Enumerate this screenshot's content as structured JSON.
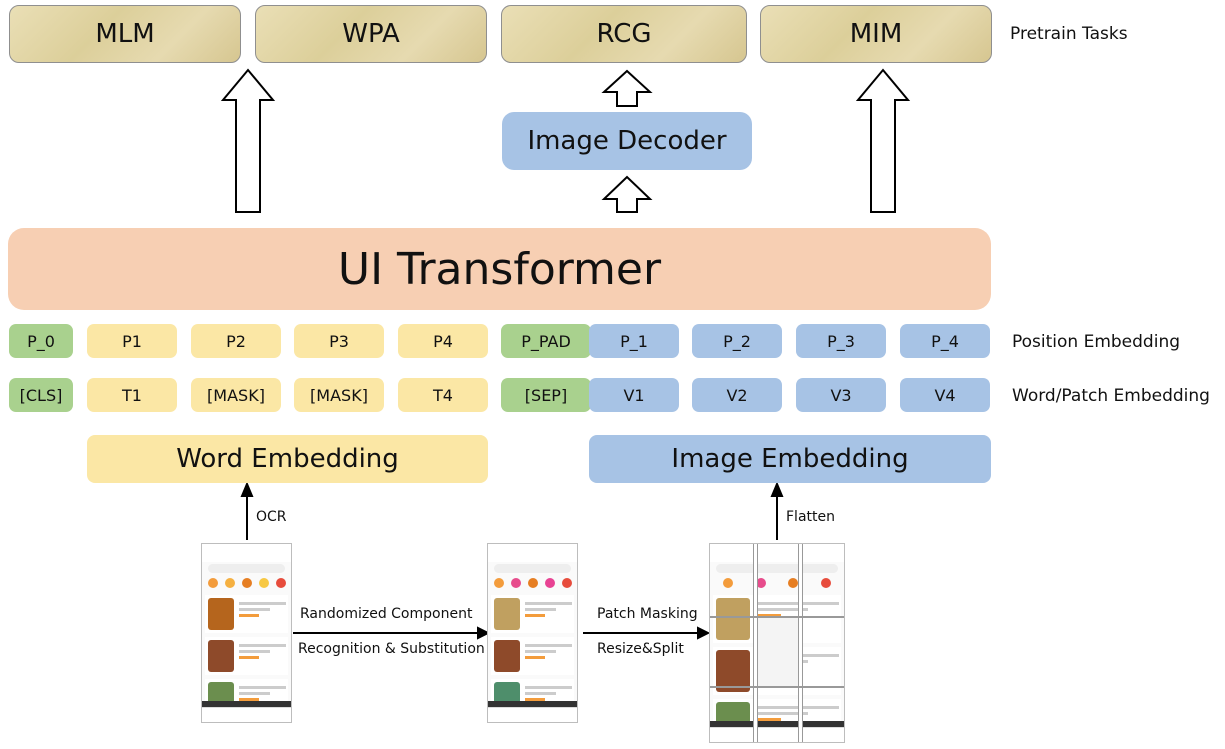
{
  "pretrain_tasks": [
    "MLM",
    "WPA",
    "RCG",
    "MIM"
  ],
  "pretrain_label": "Pretrain Tasks",
  "image_decoder": "Image Decoder",
  "transformer": "UI Transformer",
  "position_embeddings": [
    "P_0",
    "P1",
    "P2",
    "P3",
    "P4",
    "P_PAD",
    "P_1",
    "P_2",
    "P_3",
    "P_4"
  ],
  "position_label": "Position Embedding",
  "token_embeddings": [
    "[CLS]",
    "T1",
    "[MASK]",
    "[MASK]",
    "T4",
    "[SEP]",
    "V1",
    "V2",
    "V3",
    "V4"
  ],
  "token_label": "Word/Patch Embedding",
  "word_embedding": "Word Embedding",
  "image_embedding": "Image Embedding",
  "ocr_label": "OCR",
  "flatten_label": "Flatten",
  "step1_line1": "Randomized Component",
  "step1_line2": "Recognition & Substitution",
  "step2_line1": "Patch Masking",
  "step2_line2": "Resize&Split",
  "colors": {
    "blue": "#a7c3e5",
    "yellow": "#fbe7a5",
    "green": "#a9d18e",
    "peach": "#f7cfb3"
  }
}
